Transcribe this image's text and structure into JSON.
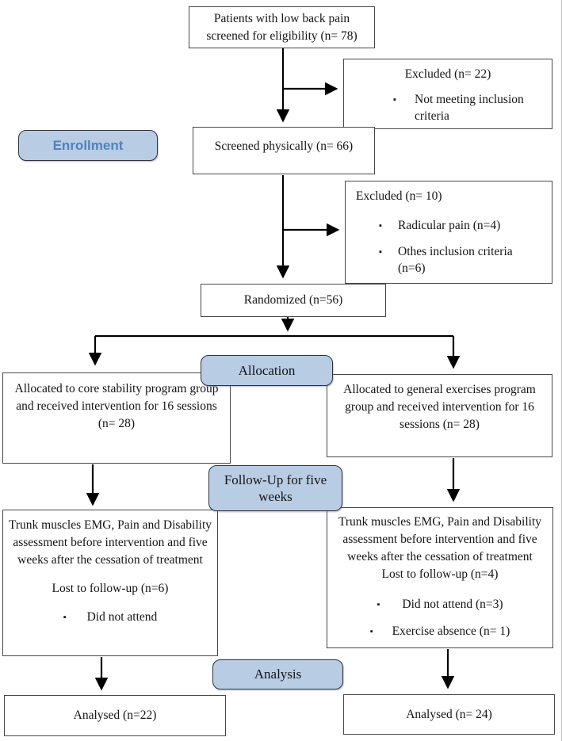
{
  "figure": {
    "type": "consort-flow-diagram",
    "stages": {
      "enrollment_label": "Enrollment",
      "allocation_label": "Allocation",
      "followup_label": "Follow-Up for five weeks",
      "analysis_label": "Analysis"
    },
    "boxes": {
      "screening": "Patients with low back pain screened for eligibility (n= 78)",
      "excluded_first": {
        "title": "Excluded (n= 22)",
        "bullets": [
          "Not meeting inclusion criteria"
        ]
      },
      "screened": "Screened physically (n= 66)",
      "excluded_second": {
        "title": "Excluded (n= 10)",
        "bullets": [
          "Radicular pain (n=4)",
          "Othes inclusion criteria (n=6)"
        ]
      },
      "randomized": "Randomized (n=56)",
      "allocated_core": "Allocated to core stability program group and received intervention for 16 sessions (n= 28)",
      "allocated_general": "Allocated to general exercises program group and received intervention for 16 sessions (n= 28)",
      "followup_core": {
        "assessment": "Trunk muscles EMG, Pain and Disability assessment before intervention and five weeks after the cessation of treatment",
        "lost": "Lost to follow-up (n=6)",
        "bullets": [
          "Did not attend"
        ]
      },
      "followup_general": {
        "assessment": "Trunk muscles EMG, Pain and Disability assessment before intervention and five weeks after the cessation of treatment",
        "lost": "Lost to follow-up (n=4)",
        "bullets": [
          "Did not attend (n=3)",
          "Exercise absence (n= 1)"
        ]
      },
      "analysed_core": "Analysed (n=22)",
      "analysed_general": "Analysed (n= 24)"
    },
    "colors": {
      "stage_label_fill": "#b8cce4",
      "stage_label_border": "#32323e",
      "enrollment_text": "#4f81bd",
      "box_border": "#484848",
      "arrow": "#000000",
      "bullet_marker": "#000000"
    },
    "icons": {
      "bullet": "▪"
    }
  }
}
